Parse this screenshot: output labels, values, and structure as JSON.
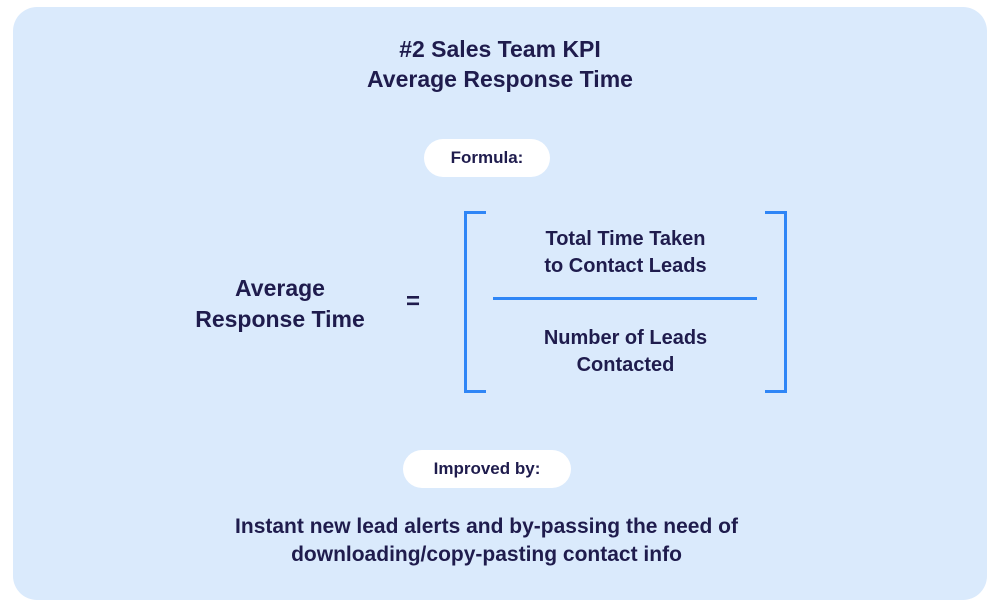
{
  "title": {
    "line1": "#2 Sales Team KPI",
    "line2": "Average Response Time"
  },
  "formula_label": "Formula:",
  "formula": {
    "lhs": {
      "line1": "Average",
      "line2": "Response Time"
    },
    "operator": "=",
    "numerator": {
      "line1": "Total Time Taken",
      "line2": "to Contact Leads"
    },
    "denominator": {
      "line1": "Number of Leads",
      "line2": "Contacted"
    }
  },
  "improved_label": "Improved by:",
  "improved_text": {
    "line1": "Instant new lead alerts and by-passing the need of",
    "line2": "downloading/copy-pasting contact info"
  },
  "colors": {
    "background": "#daeafc",
    "accent": "#2f86f6",
    "text": "#1f1c4d"
  }
}
